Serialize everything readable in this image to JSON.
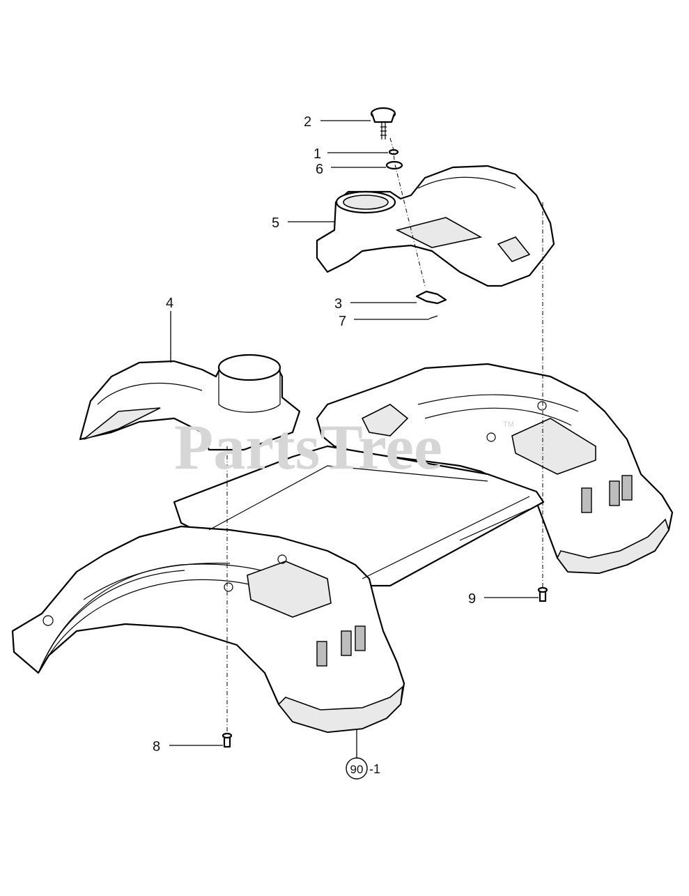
{
  "watermark": {
    "text": "PartsTree",
    "trademark": "TM"
  },
  "callouts": [
    {
      "id": "label-2",
      "text": "2"
    },
    {
      "id": "label-1",
      "text": "1"
    },
    {
      "id": "label-6",
      "text": "6"
    },
    {
      "id": "label-5",
      "text": "5"
    },
    {
      "id": "label-3",
      "text": "3"
    },
    {
      "id": "label-7",
      "text": "7"
    },
    {
      "id": "label-4",
      "text": "4"
    },
    {
      "id": "label-9",
      "text": "9"
    },
    {
      "id": "label-8",
      "text": "8"
    }
  ],
  "reference": {
    "circled": "90",
    "suffix": "-1"
  }
}
